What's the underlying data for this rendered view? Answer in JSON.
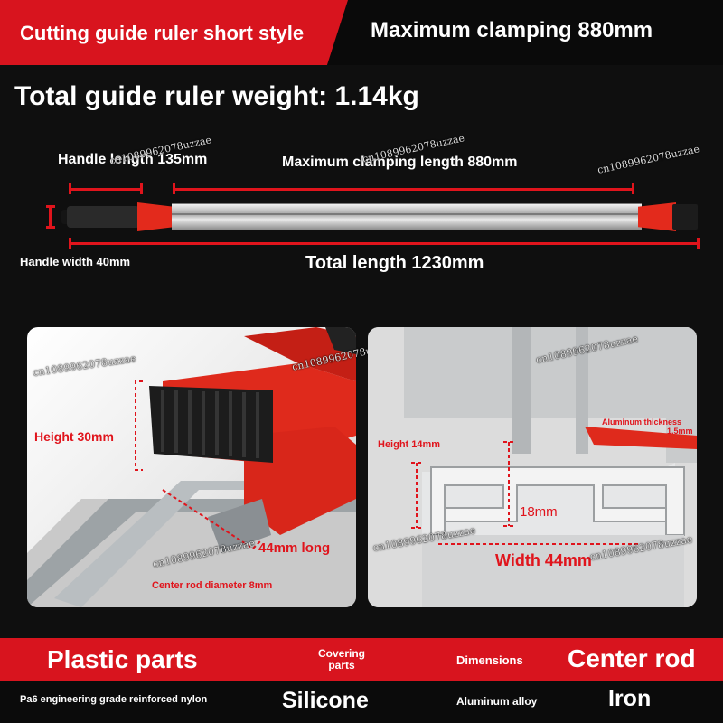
{
  "header": {
    "style_tag": "Cutting guide ruler short style",
    "clamping_title": "Maximum clamping 880mm"
  },
  "weight_line": "Total guide ruler weight: 1.14kg",
  "ruler_diagram": {
    "handle_length": "Handle length 135mm",
    "clamping_length": "Maximum clamping length 880mm",
    "handle_width": "Handle width 40mm",
    "total_length": "Total length 1230mm"
  },
  "detail_left": {
    "height": "Height 30mm",
    "length": "44mm long",
    "rod_diameter": "Center rod diameter 8mm"
  },
  "detail_right": {
    "thickness_line1": "Aluminum thickness",
    "thickness_line2": "1.5mm",
    "height": "Height 14mm",
    "inner": "18mm",
    "width": "Width 44mm"
  },
  "watermark": "cn1089962078uzzae",
  "materials": {
    "plastic_label": "Plastic parts",
    "plastic_value": "Pa6 engineering grade reinforced nylon",
    "covering_label_1": "Covering",
    "covering_label_2": "parts",
    "covering_value": "Silicone",
    "dimensions_label": "Dimensions",
    "dimensions_value": "Aluminum alloy",
    "center_rod_label": "Center rod",
    "center_rod_value": "Iron"
  },
  "colors": {
    "accent_red": "#d8141e",
    "background": "#0f0f0f"
  }
}
